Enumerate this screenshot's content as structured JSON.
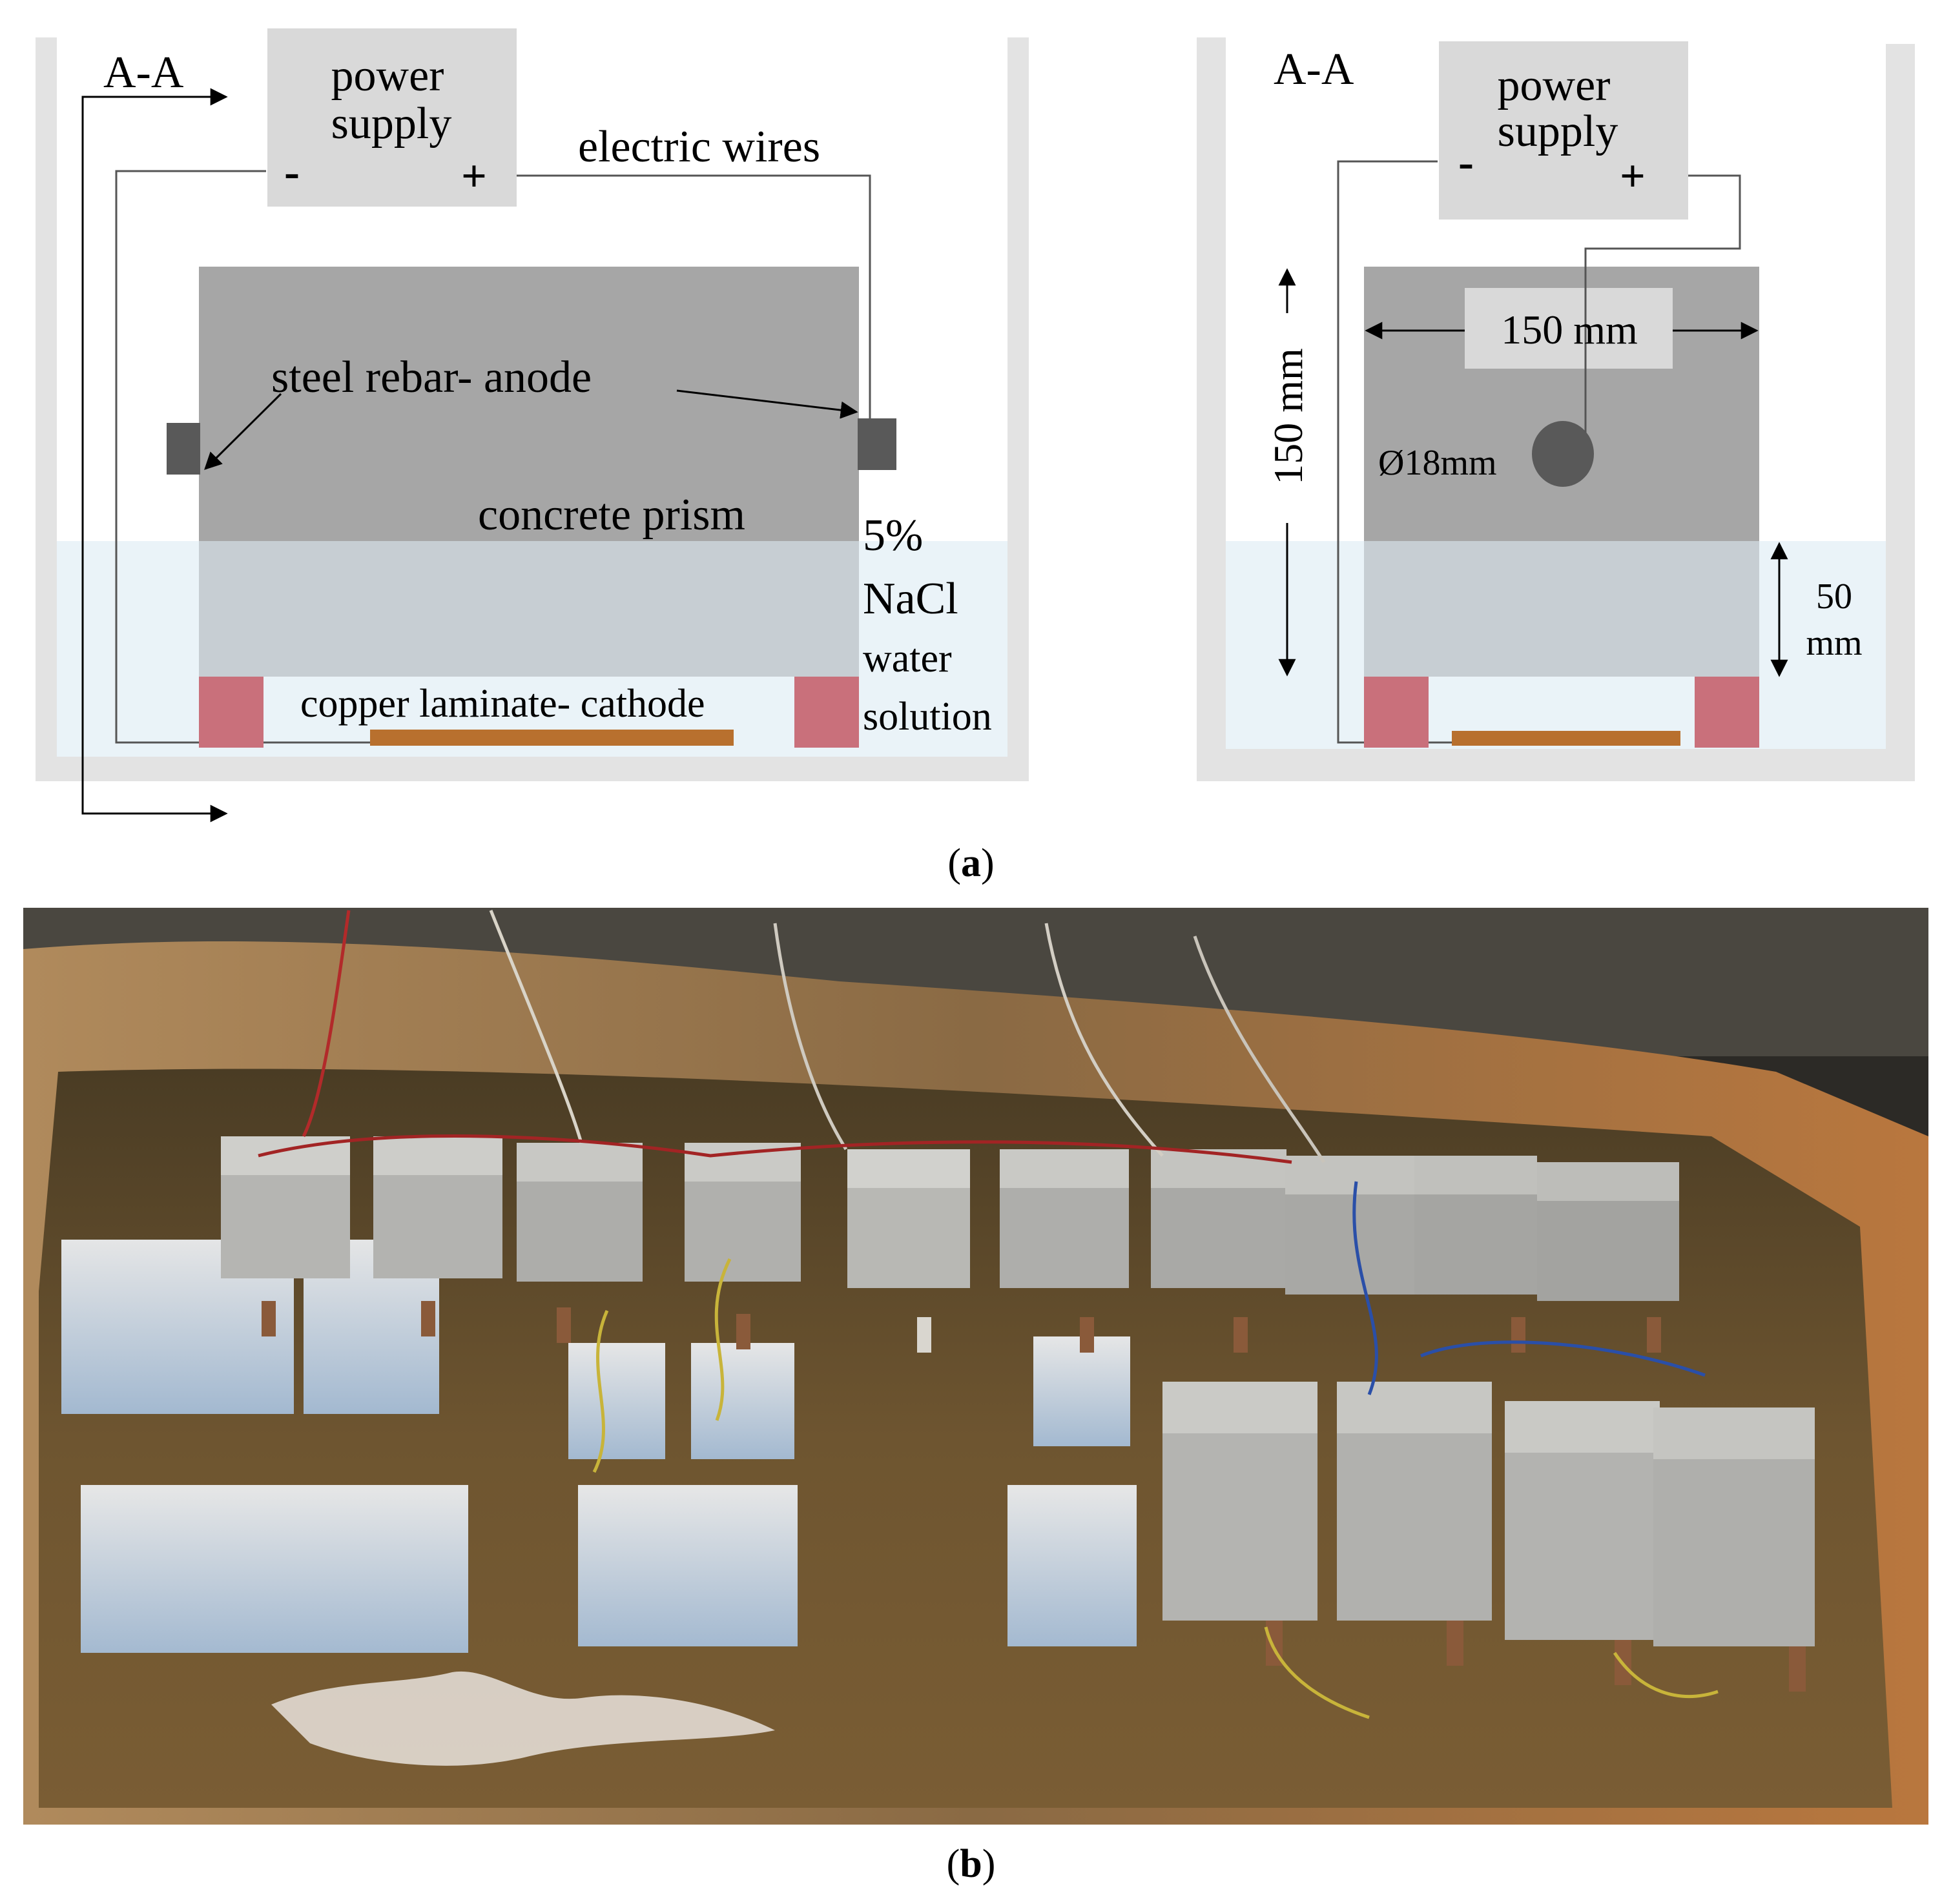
{
  "panel_a": {
    "left": {
      "section_label": "A-A",
      "power_supply_line1": "power",
      "power_supply_line2": "supply",
      "minus": "-",
      "plus": "+",
      "electric_wires": "electric  wires",
      "steel_rebar": "steel  rebar-  anode",
      "concrete_prism": "concrete  prism",
      "solution_line1": "5%",
      "solution_line2": "NaCl",
      "solution_line3": "water",
      "solution_line4": "solution",
      "copper": "copper  laminate-  cathode"
    },
    "right": {
      "section_label": "A-A",
      "power_supply_line1": "power",
      "power_supply_line2": "supply",
      "minus": "-",
      "plus": "+",
      "width_dim": "150 mm",
      "height_dim": "150 mm",
      "rebar_diameter": "Ø18mm",
      "water_dim_line1": "50",
      "water_dim_line2": "mm"
    },
    "caption_open": "(",
    "caption_letter": "a",
    "caption_close": ")"
  },
  "panel_b": {
    "caption_open": "(",
    "caption_letter": "b",
    "caption_close": ")"
  },
  "colors": {
    "tank": "#e3e3e3",
    "water": "#eaf3f8",
    "concrete": "#a6a6a6",
    "submerged_concrete": "#c7ced3",
    "rebar": "#595959",
    "support": "#c9707b",
    "copper": "#b8702e",
    "power_box": "#d9d9d9"
  }
}
